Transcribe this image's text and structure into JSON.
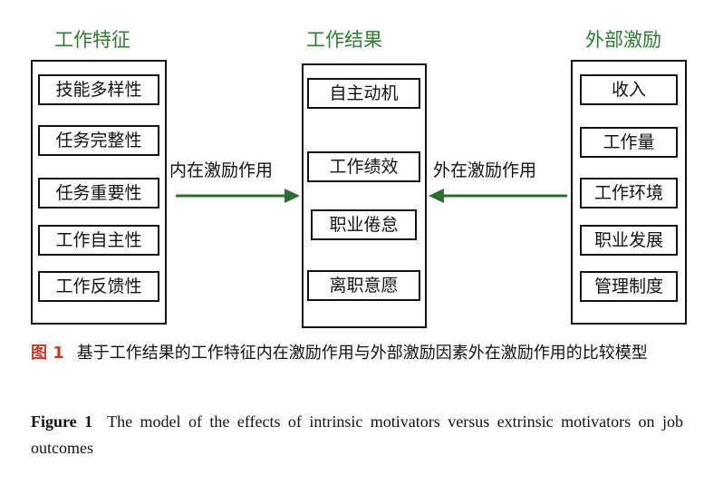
{
  "columns": {
    "left": {
      "title": "工作特征",
      "items": [
        "技能多样性",
        "任务完整性",
        "任务重要性",
        "工作自主性",
        "工作反馈性"
      ]
    },
    "middle": {
      "title": "工作结果",
      "items": [
        "自主动机",
        "工作绩效",
        "职业倦怠",
        "离职意愿"
      ]
    },
    "right": {
      "title": "外部激励",
      "items": [
        "收入",
        "工作量",
        "工作环境",
        "职业发展",
        "管理制度"
      ]
    }
  },
  "arrows": {
    "left_label": "内在激励作用",
    "right_label": "外在激励作用"
  },
  "caption": {
    "cn_label": "图 1",
    "cn_text": "基于工作结果的工作特征内在激励作用与外部激励因素外在激励作用的比较模型",
    "en_label": "Figure 1",
    "en_text": "The model of the effects of intrinsic motivators versus extrinsic motivators on job outcomes"
  },
  "colors": {
    "title_green": "#2f7a33",
    "arrow_green": "#2f6b34",
    "caption_red": "#c0392b"
  }
}
